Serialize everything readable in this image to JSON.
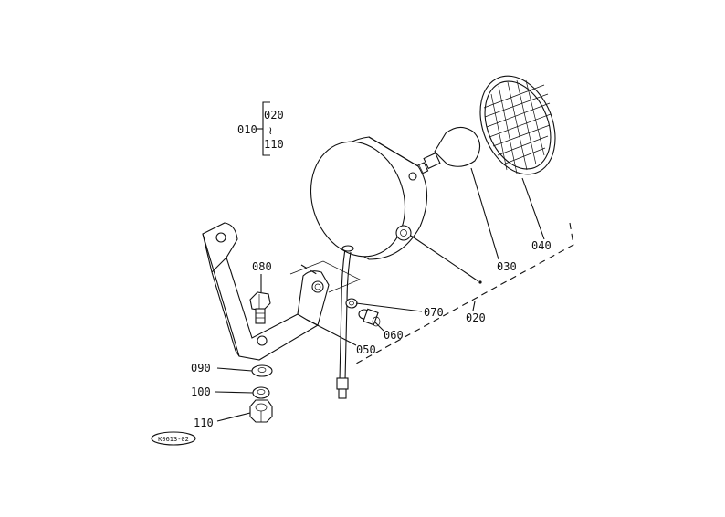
{
  "diagram": {
    "group_label": {
      "parent": "010",
      "from": "020",
      "range_mark": "≀",
      "to": "110"
    },
    "parts": [
      {
        "id": "p020",
        "number": "020"
      },
      {
        "id": "p030",
        "number": "030"
      },
      {
        "id": "p040",
        "number": "040"
      },
      {
        "id": "p050",
        "number": "050"
      },
      {
        "id": "p060",
        "number": "060"
      },
      {
        "id": "p070",
        "number": "070"
      },
      {
        "id": "p080",
        "number": "080"
      },
      {
        "id": "p090",
        "number": "090"
      },
      {
        "id": "p100",
        "number": "100"
      },
      {
        "id": "p110",
        "number": "110"
      }
    ],
    "drawing_code": "K0613-02"
  }
}
